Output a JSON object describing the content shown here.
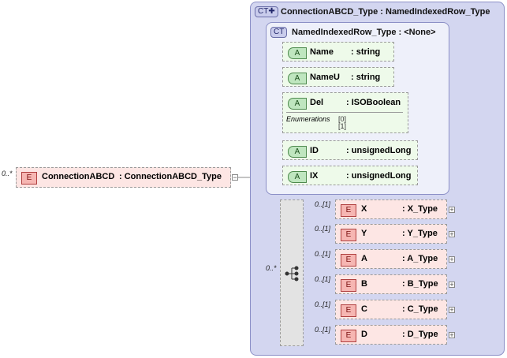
{
  "root": {
    "occurrence": "0..*",
    "badge": "E",
    "name": "ConnectionABCD",
    "type": ": ConnectionABCD_Type"
  },
  "outer_ct": {
    "badge": "CT",
    "title": "ConnectionABCD_Type : NamedIndexedRow_Type"
  },
  "inner_ct": {
    "badge": "CT",
    "title": "NamedIndexedRow_Type : <None>"
  },
  "attributes": [
    {
      "badge": "A",
      "name": "Name",
      "type": ": string"
    },
    {
      "badge": "A",
      "name": "NameU",
      "type": ": string"
    },
    {
      "badge": "A",
      "name": "Del",
      "type": ": ISOBoolean",
      "enumerations_label": "Enumerations",
      "enumerations": [
        "[0]",
        "[1]"
      ]
    },
    {
      "badge": "A",
      "name": "ID",
      "type": ": unsignedLong"
    },
    {
      "badge": "A",
      "name": "IX",
      "type": ": unsignedLong"
    }
  ],
  "sequence": {
    "occurrence": "0..*"
  },
  "elements": [
    {
      "occurrence": "0..[1]",
      "badge": "E",
      "name": "X",
      "type": ": X_Type"
    },
    {
      "occurrence": "0..[1]",
      "badge": "E",
      "name": "Y",
      "type": ": Y_Type"
    },
    {
      "occurrence": "0..[1]",
      "badge": "E",
      "name": "A",
      "type": ": A_Type"
    },
    {
      "occurrence": "0..[1]",
      "badge": "E",
      "name": "B",
      "type": ": B_Type"
    },
    {
      "occurrence": "0..[1]",
      "badge": "E",
      "name": "C",
      "type": ": C_Type"
    },
    {
      "occurrence": "0..[1]",
      "badge": "E",
      "name": "D",
      "type": ": D_Type"
    }
  ]
}
